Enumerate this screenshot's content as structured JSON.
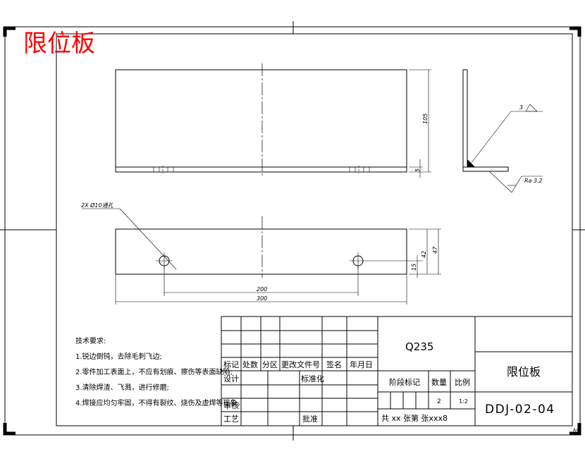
{
  "drawing": {
    "part_title": "限位板",
    "view_top": {
      "dim_height": "105",
      "dim_thickness": "5"
    },
    "view_front": {
      "hole_label": "2X Ø10通孔",
      "dim_hole_spacing": "200",
      "dim_length": "300",
      "dim_hole_from_edge": "15",
      "dim_hole_height": "42",
      "dim_width": "47"
    },
    "view_side": {
      "weld_size": "3",
      "roughness": "Ra 3.2"
    },
    "sheet_size": "A4"
  },
  "technical_requirements": {
    "heading": "技术要求:",
    "items": [
      "1.锐边倒钝，去除毛刺飞边;",
      "2.零件加工表面上，不应有划痕、擦伤等表面缺陷;",
      "3.清除焊渣、飞溅，进行修磨;",
      "4.焊接应均匀牢固，不得有裂纹、烧伤及虚焊等现象。"
    ]
  },
  "title_block": {
    "material": "Q235",
    "part_name": "限位板",
    "drawing_number": "DDJ-02-04",
    "row_headers": [
      "标记",
      "处数",
      "分区",
      "更改文件号",
      "签名",
      "年月日"
    ],
    "design": "设计",
    "standardization": "标准化",
    "review": "审核",
    "process": "工艺",
    "approve": "批准",
    "stage_mark": "阶段标记",
    "quantity_label": "数量",
    "scale_label": "比例",
    "quantity": "2",
    "scale": "1:2",
    "sheets": "共 xx 张第  张xxx8"
  }
}
